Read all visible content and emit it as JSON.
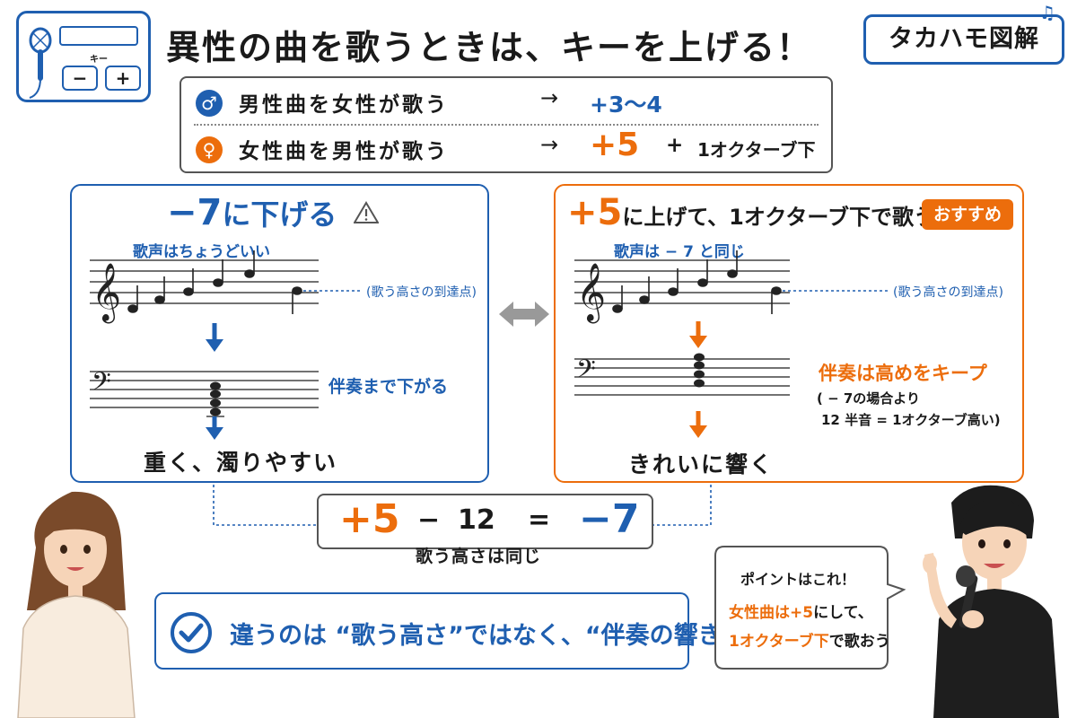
{
  "title": "異性の曲を歌うときは、キーを上げる！",
  "keypad": {
    "label": "キー",
    "minus": "−",
    "plus": "+"
  },
  "brand": {
    "name": "タカハモ図解"
  },
  "rules": {
    "male_symbol": "♂",
    "female_symbol": "♀",
    "arrow": "→",
    "rule1_text": "男性曲を女性が歌う",
    "rule1_value": "+3〜4",
    "rule2_text": "女性曲を男性が歌う",
    "rule2_value": "+5",
    "rule2_plus": "+",
    "rule2_octave": "1オクターブ下"
  },
  "left_panel": {
    "title_big": "−7",
    "title_rest": "に下げる",
    "voice_label": "歌声はちょうどいい",
    "reach_label": "(歌う高さの到達点)",
    "bass_note": "伴奏まで下がる",
    "result": "重く、濁りやすい"
  },
  "right_panel": {
    "title_big": "+5",
    "title_rest": "に上げて、1オクターブ下で歌う",
    "badge": "おすすめ",
    "voice_label": "歌声は − 7 と同じ",
    "reach_label": "(歌う高さの到達点)",
    "bass_note": "伴奏は高めをキープ",
    "bass_sub1": "( − 7の場合より",
    "bass_sub2": "12 半音 = 1オクターブ高い)",
    "result": "きれいに響く"
  },
  "equation": {
    "a": "+5",
    "minus": "−",
    "b": "12",
    "eq": "=",
    "c": "−7",
    "caption": "歌う高さは同じ"
  },
  "point": {
    "pre": "違うのは",
    "q1": "“歌う高さ”",
    "mid": "ではなく、",
    "q2": "“伴奏の響き”",
    "end": "！"
  },
  "speech": {
    "heading": "ポイントはこれ！",
    "l1_orange": "女性曲は+5",
    "l1_rest": "にして、",
    "l2_orange": "1オクターブ下",
    "l2_rest": "で歌おう"
  },
  "colors": {
    "blue": "#1f5fb0",
    "orange": "#ec6d0c"
  }
}
